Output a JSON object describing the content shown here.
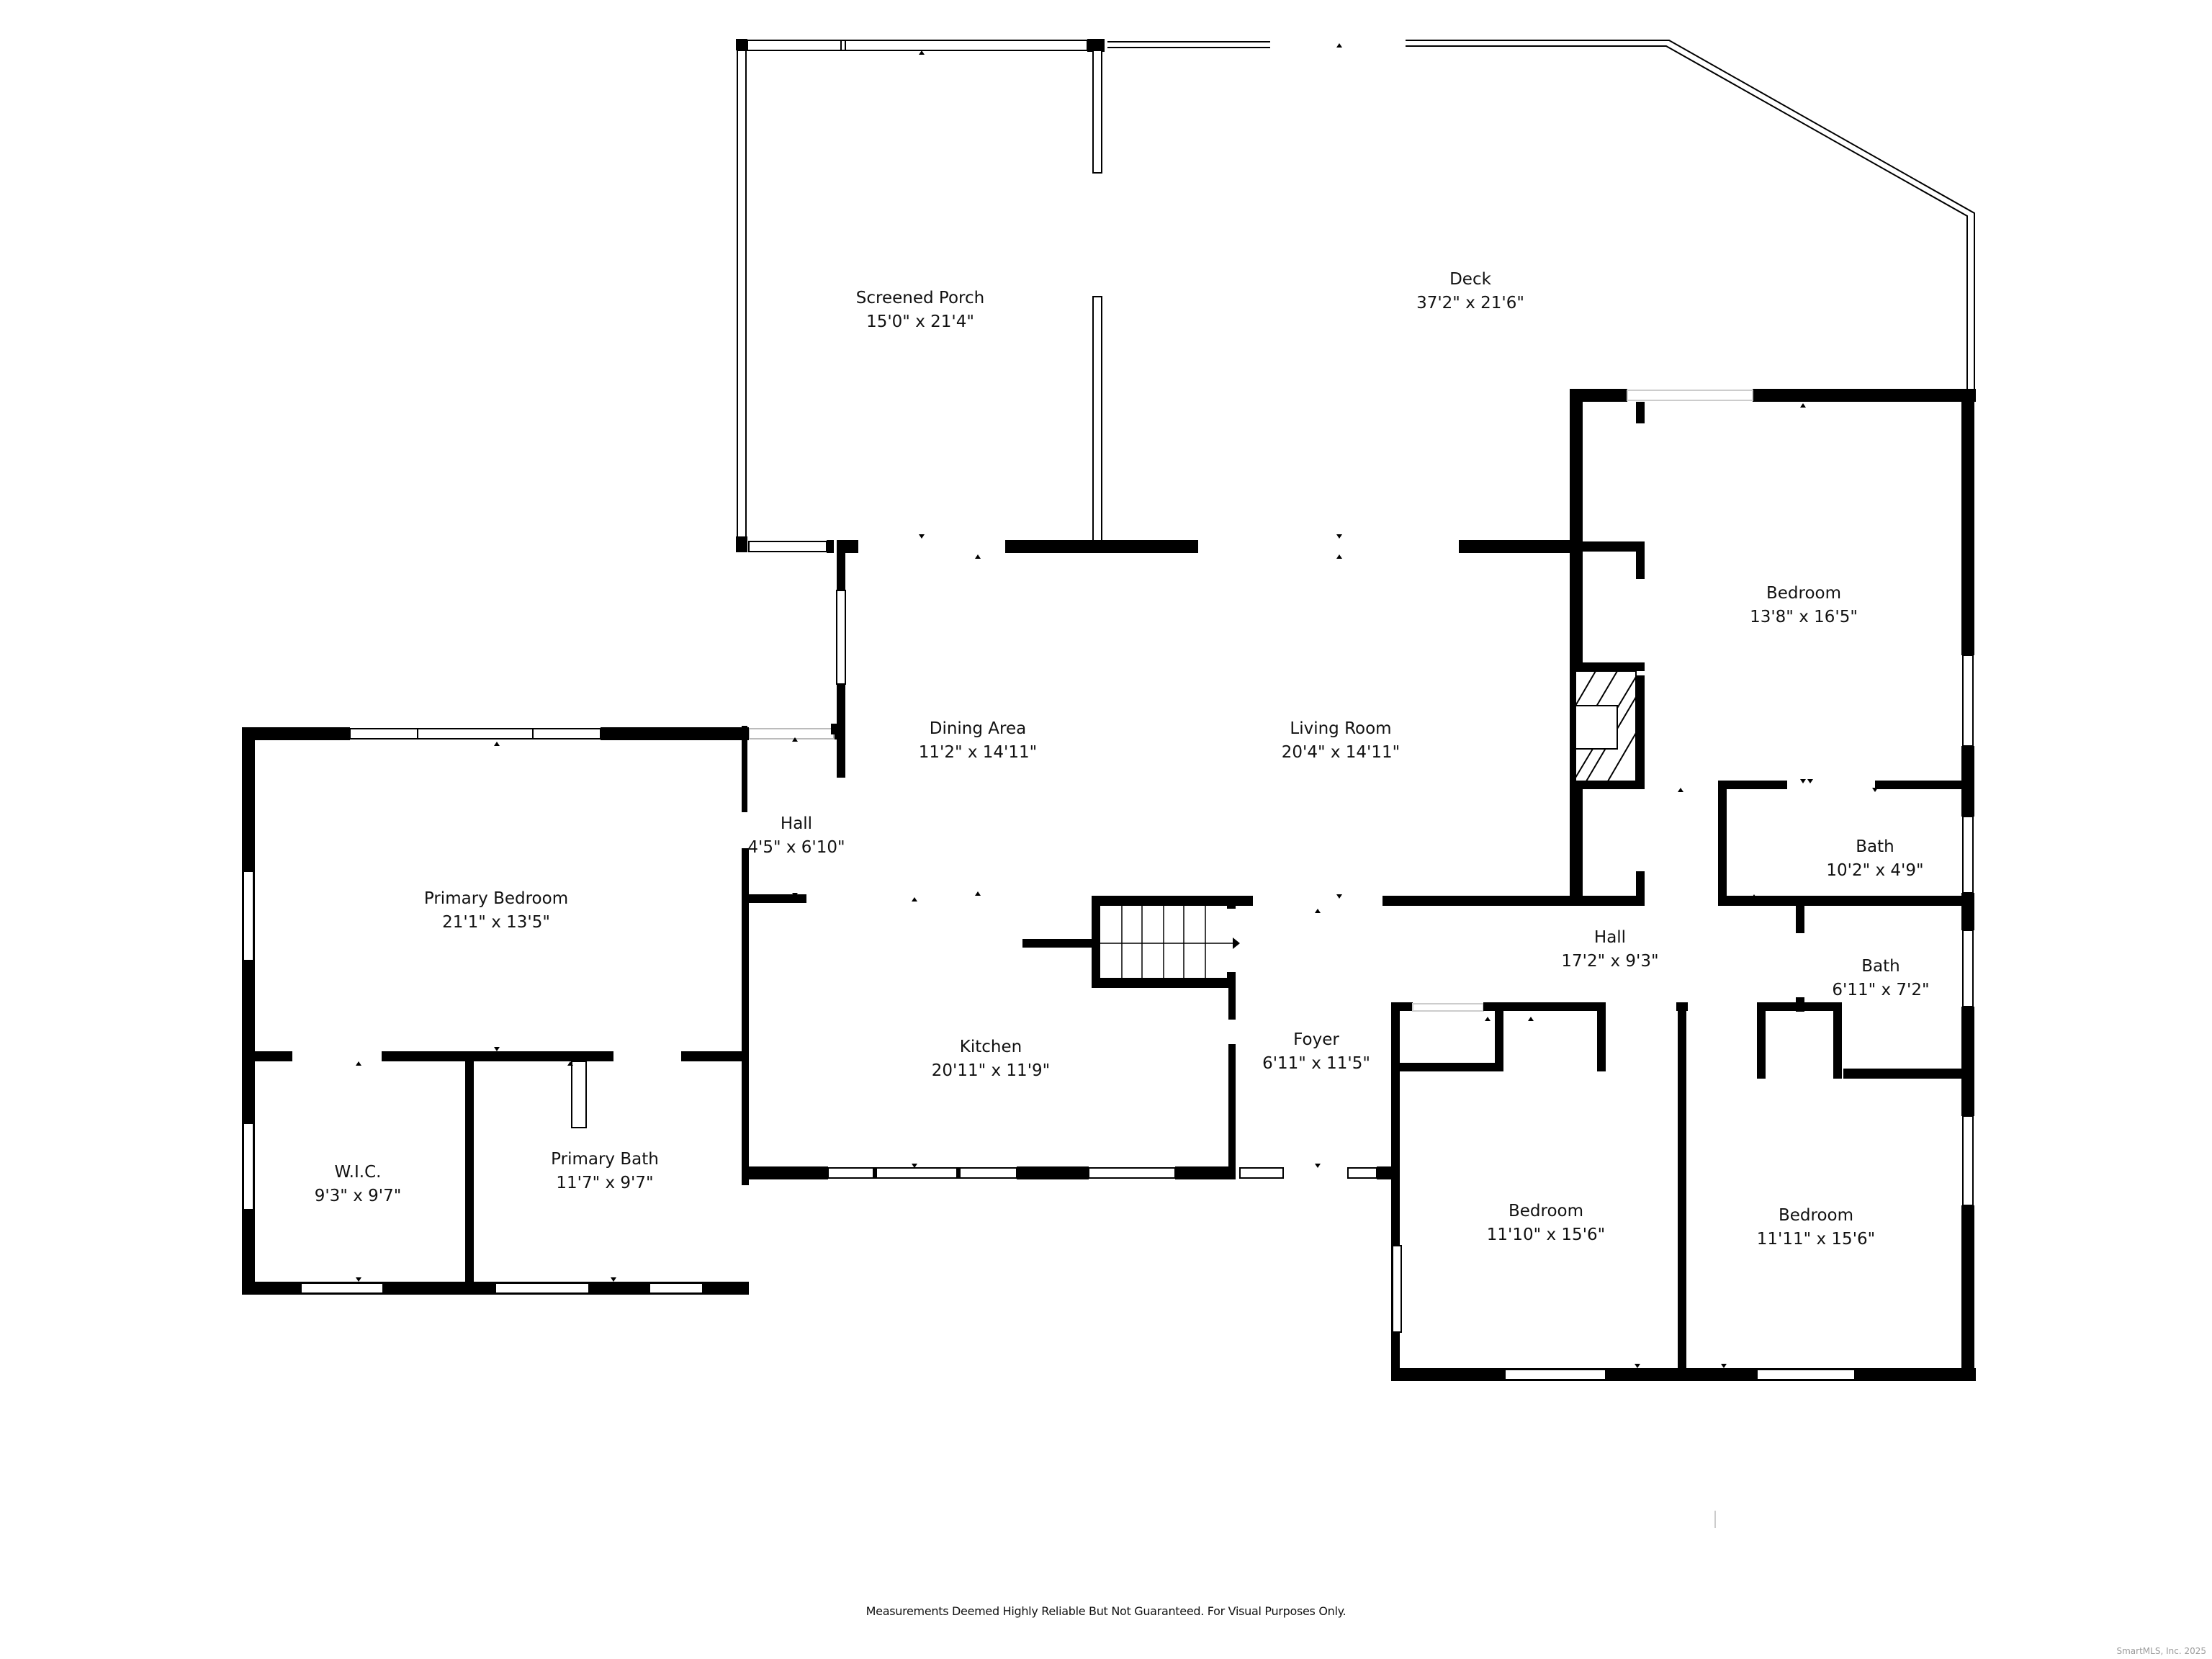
{
  "floorplan": {
    "rooms": [
      {
        "id": "screened-porch",
        "name": "Screened Porch",
        "dims": "15'0\" x 21'4\""
      },
      {
        "id": "deck",
        "name": "Deck",
        "dims": "37'2\" x 21'6\""
      },
      {
        "id": "bedroom-ne",
        "name": "Bedroom",
        "dims": "13'8\" x 16'5\""
      },
      {
        "id": "dining-area",
        "name": "Dining Area",
        "dims": "11'2\" x 14'11\""
      },
      {
        "id": "living-room",
        "name": "Living Room",
        "dims": "20'4\" x 14'11\""
      },
      {
        "id": "hall-west",
        "name": "Hall",
        "dims": "4'5\" x 6'10\""
      },
      {
        "id": "primary-bedroom",
        "name": "Primary Bedroom",
        "dims": "21'1\" x 13'5\""
      },
      {
        "id": "bath-upper",
        "name": "Bath",
        "dims": "10'2\" x 4'9\""
      },
      {
        "id": "hall-east",
        "name": "Hall",
        "dims": "17'2\" x 9'3\""
      },
      {
        "id": "bath-lower",
        "name": "Bath",
        "dims": "6'11\" x 7'2\""
      },
      {
        "id": "kitchen",
        "name": "Kitchen",
        "dims": "20'11\" x 11'9\""
      },
      {
        "id": "foyer",
        "name": "Foyer",
        "dims": "6'11\" x 11'5\""
      },
      {
        "id": "wic",
        "name": "W.I.C.",
        "dims": "9'3\" x 9'7\""
      },
      {
        "id": "primary-bath",
        "name": "Primary Bath",
        "dims": "11'7\" x 9'7\""
      },
      {
        "id": "bedroom-sw",
        "name": "Bedroom",
        "dims": "11'10\" x 15'6\""
      },
      {
        "id": "bedroom-se",
        "name": "Bedroom",
        "dims": "11'11\" x 15'6\""
      }
    ]
  },
  "footer": {
    "disclaimer": "Measurements Deemed Highly Reliable But Not Guaranteed. For Visual Purposes Only.",
    "copyright": "SmartMLS, Inc. 2025"
  },
  "colors": {
    "wall": "#000000",
    "background": "#ffffff",
    "copyright_text": "#9a9a9a"
  }
}
